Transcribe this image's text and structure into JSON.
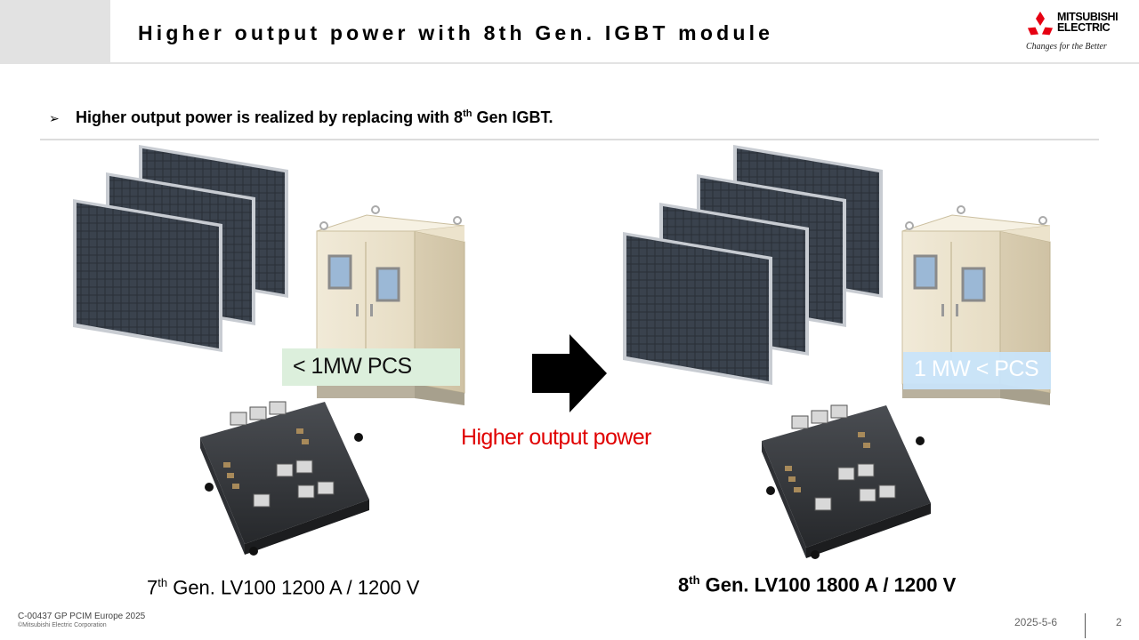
{
  "header": {
    "title": "Higher output power with 8th Gen. IGBT module",
    "logo_text_line1": "MITSUBISHI",
    "logo_text_line2": "ELECTRIC",
    "logo_tagline": "Changes for the Better",
    "brand_color": "#e60012"
  },
  "bullet": {
    "marker": "➢",
    "text_before": "Higher output power is realized by replacing with 8",
    "superscript": "th",
    "text_after": " Gen IGBT."
  },
  "left_setup": {
    "pcs_label": "< 1MW PCS",
    "caption_prefix": "7",
    "caption_sup": "th",
    "caption_rest": " Gen. LV100 1200 A / 1200 V"
  },
  "center": {
    "label": "Higher output power",
    "label_color": "#e00000"
  },
  "right_setup": {
    "pcs_label": "1 MW < PCS",
    "caption_prefix": "8",
    "caption_sup": "th",
    "caption_rest": " Gen. LV100 1800 A / 1200 V"
  },
  "footer": {
    "doc_code": "C-00437 GP PCIM Europe 2025",
    "copyright": "©Mitsubishi Electric Corporation",
    "date": "2025-5-6",
    "page_number": "2"
  }
}
